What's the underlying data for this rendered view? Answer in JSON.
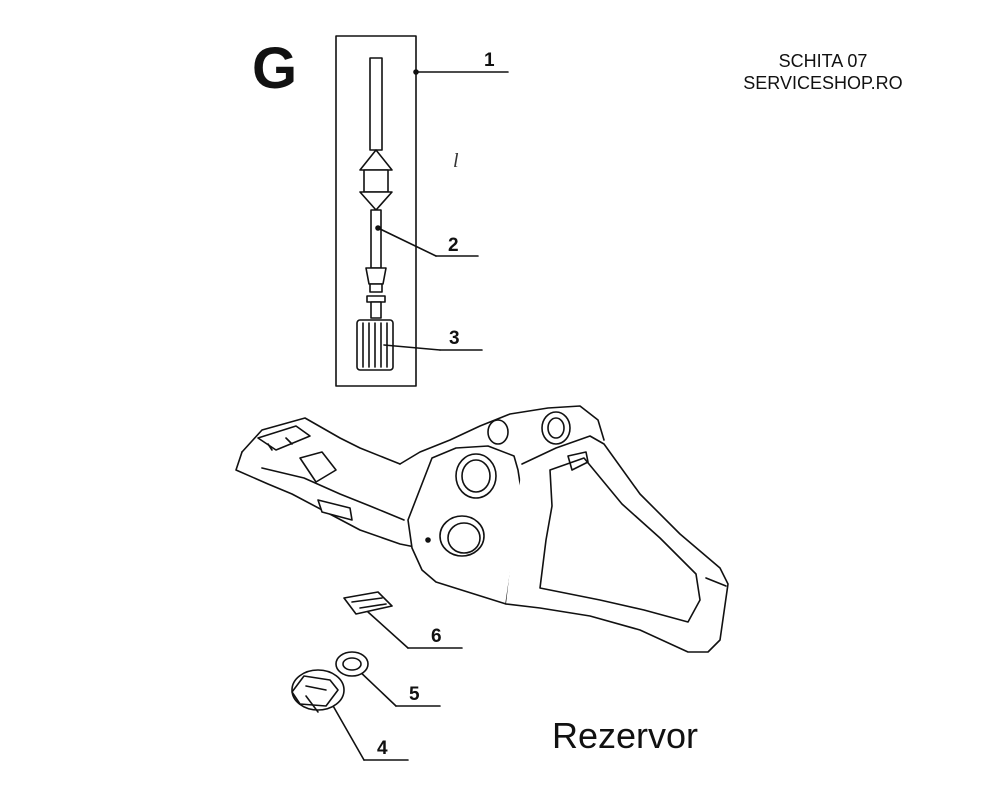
{
  "section_letter": "G",
  "header": {
    "line1": "SCHITA 07",
    "line2": "SERVICESHOP.RO"
  },
  "stray_mark": "l",
  "caption": "Rezervor",
  "callouts": [
    "1",
    "2",
    "3",
    "4",
    "5",
    "6"
  ]
}
